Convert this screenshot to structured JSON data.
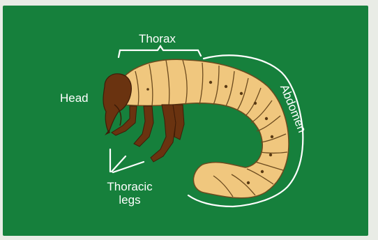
{
  "labels": {
    "thorax": "Thorax",
    "head": "Head",
    "abdomen": "Abdomen",
    "thoracic_legs_line1": "Thoracic",
    "thoracic_legs_line2": "legs"
  },
  "colors": {
    "background": "#16803c",
    "body": "#f0c77e",
    "segment_line": "#6b4a1e",
    "head": "#6a3310",
    "annotation": "#ffffff"
  }
}
